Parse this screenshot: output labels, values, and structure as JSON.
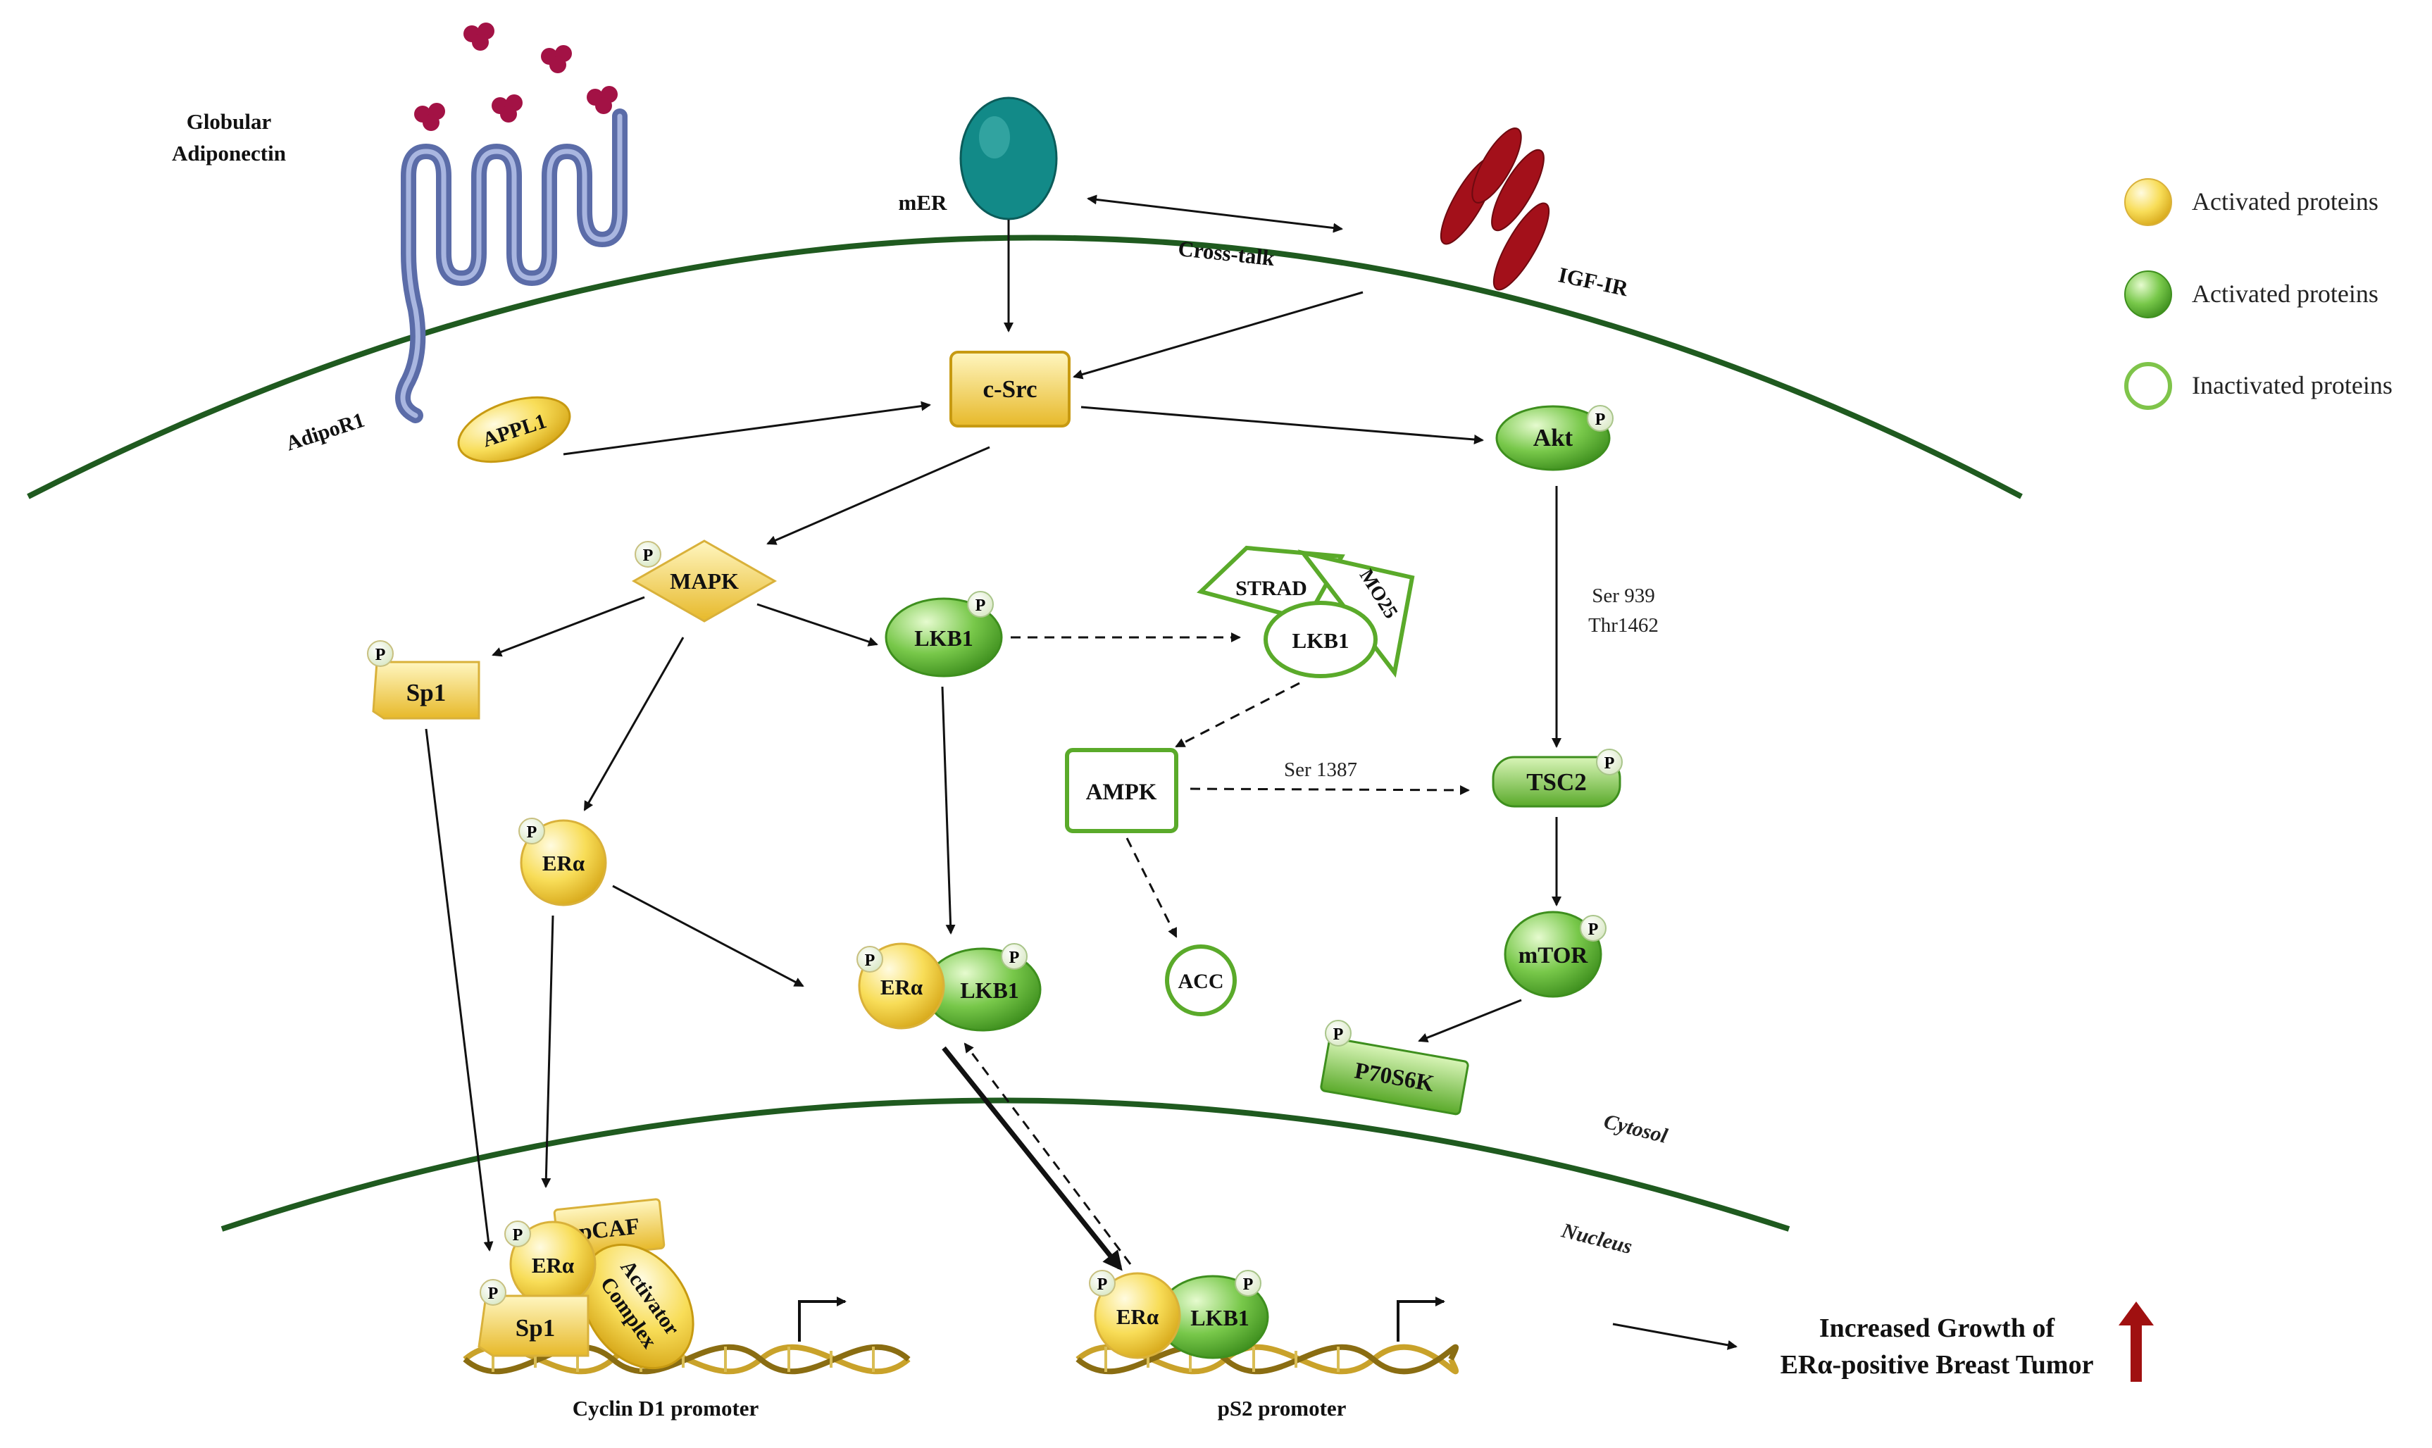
{
  "labels": {
    "globular_line1": "Globular",
    "globular_line2": "Adiponectin",
    "adipor1": "AdipoR1",
    "appl1": "APPL1",
    "mer": "mER",
    "cross_talk": "Cross-talk",
    "igf_ir": "IGF-IR",
    "csrc": "c-Src",
    "akt": "Akt",
    "mapk": "MAPK",
    "sp1": "Sp1",
    "lkb1": "LKB1",
    "strad": "STRAD",
    "mo25": "MO25",
    "ser939": "Ser 939",
    "thr1462": "Thr1462",
    "ampk": "AMPK",
    "ser1387": "Ser 1387",
    "tsc2": "TSC2",
    "er_alpha": "ERα",
    "acc": "ACC",
    "mtor": "mTOR",
    "p70s6k": "P70S6K",
    "cytosol": "Cytosol",
    "nucleus": "Nucleus",
    "pcaf": "pCAF",
    "activator_line1": "Activator",
    "activator_line2": "Complex",
    "cyclin_d1": "Cyclin D1 promoter",
    "ps2": "pS2 promoter",
    "result_line1": "Increased Growth of",
    "result_line2": "ERα-positive Breast Tumor",
    "phospho": "P"
  },
  "legend": [
    {
      "label": "Activated proteins",
      "style": "yellow"
    },
    {
      "label": "Activated proteins",
      "style": "green"
    },
    {
      "label": "Inactivated proteins",
      "style": "outline"
    }
  ],
  "colors": {
    "membrane": "#1f5a1f",
    "yellow_fill": "#f6d94a",
    "yellow_light": "#fff4b0",
    "green_fill": "#6cc23a",
    "green_light": "#d9f5b8",
    "green_outline": "#5aaa2a",
    "receptor": "#6878b0",
    "mer_teal": "#128a88",
    "igf_red": "#a3101a",
    "ligand": "#a31245",
    "arrow_up": "#a01010"
  },
  "icons": [
    "adiponectin-ligand-icon",
    "receptor-icon",
    "dna-helix-icon",
    "promoter-arrow-icon",
    "up-arrow-icon"
  ]
}
